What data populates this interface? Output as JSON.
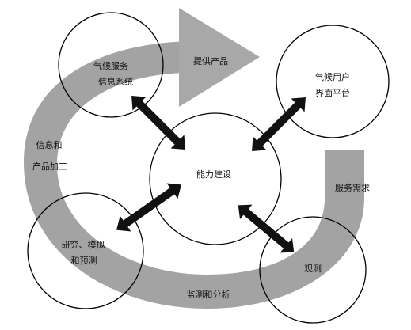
{
  "colors": {
    "band": "#a3a3a3",
    "band_head": "#a8a8a8",
    "arrow": "#111111",
    "circle_stroke": "#000000",
    "background": "#ffffff"
  },
  "center": {
    "label": "能力建设"
  },
  "nodes": {
    "climate_services": {
      "line1": "气候服务",
      "line2": "信息系统"
    },
    "user_platform": {
      "line1": "气候用户",
      "line2": "界面平台"
    },
    "research": {
      "line1": "研究、模拟",
      "line2": "和预测"
    },
    "observation": {
      "line1": "观测"
    }
  },
  "band_labels": {
    "provide_products": "提供产品",
    "info_processing_1": "信息和",
    "info_processing_2": "产品加工",
    "service_demand": "服务需求",
    "monitoring": "监测和分析"
  }
}
